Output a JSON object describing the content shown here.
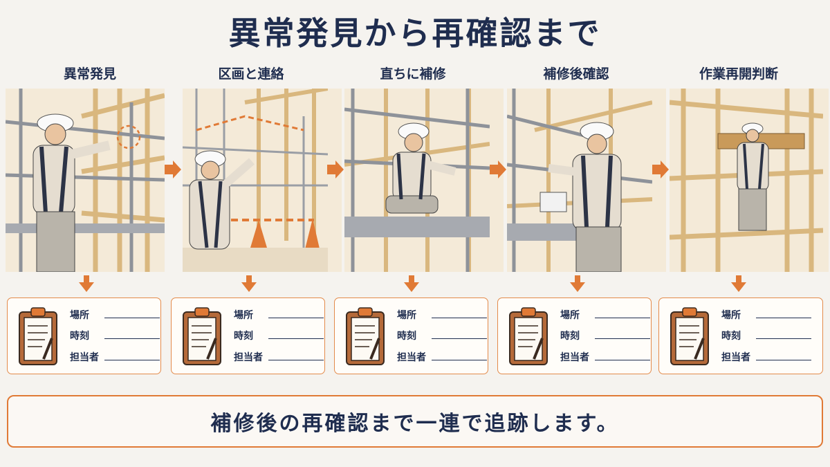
{
  "title": "異常発見から再確認まで",
  "steps": [
    {
      "label": "異常発見"
    },
    {
      "label": "区画と連絡"
    },
    {
      "label": "直ちに補修"
    },
    {
      "label": "補修後確認"
    },
    {
      "label": "作業再開判断"
    }
  ],
  "form_fields": {
    "location": "場所",
    "time": "時刻",
    "person": "担当者"
  },
  "banner": "補修後の再確認まで一連で追跡します。",
  "colors": {
    "accent": "#e07a36",
    "navy": "#1f2d4f",
    "wood": "#e7cfa0",
    "paper": "#f5f3ef"
  }
}
